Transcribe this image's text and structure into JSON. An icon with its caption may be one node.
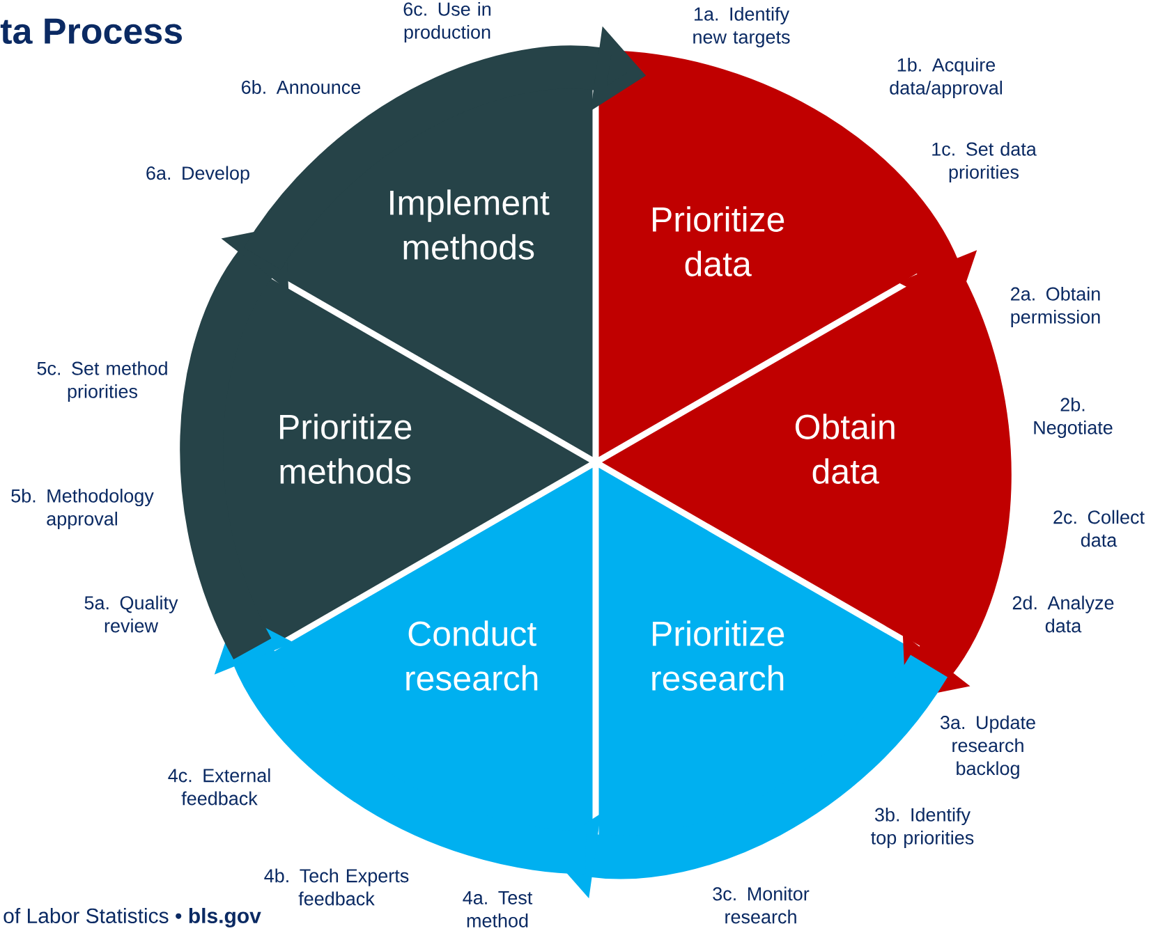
{
  "diagram": {
    "title": "ta Process",
    "nodes": [
      {
        "text": [
          "Prioritize data"
        ],
        "beside": [
          "1a. Identify new targets",
          "1b. Acquire data/approval",
          "1c. Set data priorities"
        ]
      },
      {
        "text": [
          "Obtain data"
        ],
        "beside": [
          "2a. Obtain permission",
          "2b. Negotiate",
          "2c. Collect data",
          "2d.  Analyze data"
        ]
      },
      {
        "text": [
          "Prioritize research"
        ],
        "beside": [
          "3a. Update research backlog",
          "3b. Identify top priorities",
          "3c. Monitor research"
        ]
      },
      {
        "text": [
          "Conduct research"
        ],
        "beside": [
          "4a. Test method",
          "4b. Tech Experts feedback",
          "4c. External feedback"
        ]
      },
      {
        "text": [
          "Prioritize methods"
        ],
        "beside": [
          "5a. Quality review",
          "5b. Methodology approval",
          "5c. Set method priorities"
        ]
      },
      {
        "text": [
          "Implement methods"
        ],
        "beside": [
          "6a. Develop",
          "6b. Announce",
          "6c. Use in production"
        ]
      }
    ],
    "edges": [
      {
        "from": 0,
        "to": 1,
        "arrow": "to",
        "color": "#c00000"
      },
      {
        "from": 1,
        "to": 2,
        "arrow": "to",
        "color": "#c00000"
      },
      {
        "from": 2,
        "to": 3,
        "arrow": "to",
        "color": "#00b0f0"
      },
      {
        "from": 3,
        "to": 4,
        "arrow": "to",
        "color": "#00b0f0"
      },
      {
        "from": 4,
        "to": 5,
        "arrow": "to",
        "color": "#264348"
      },
      {
        "from": 5,
        "to": 0,
        "arrow": "to",
        "color": "#264348"
      }
    ],
    "labels": [
      "of Labor Statistics • **bls.gov**"
    ]
  }
}
